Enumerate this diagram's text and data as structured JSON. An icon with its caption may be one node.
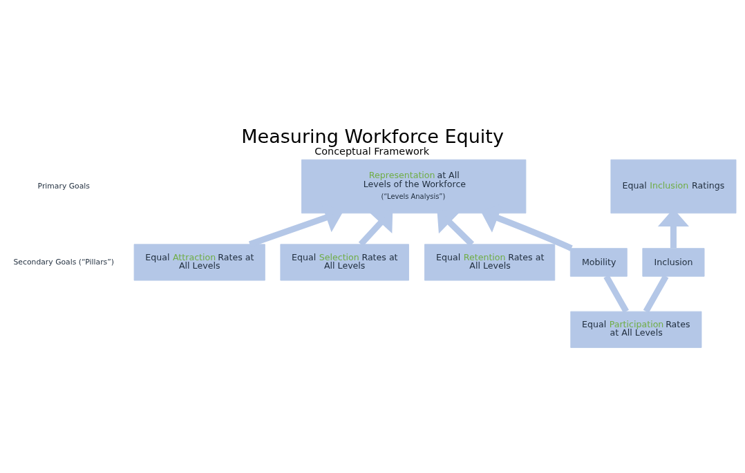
{
  "diagram": {
    "title": "Measuring Workforce Equity",
    "caption": "Conceptual Framework",
    "nodes": [
      {
        "text": [
          "Representation at All Levels of the Workforce",
          "(“Levels Analysis”)"
        ]
      },
      {
        "text": [
          "Equal Inclusion Ratings"
        ]
      },
      {
        "text": [
          "Equal Attraction Rates at All Levels"
        ]
      },
      {
        "text": [
          "Equal Selection Rates at All Levels"
        ]
      },
      {
        "text": [
          "Equal Retention Rates at All Levels"
        ]
      },
      {
        "text": [
          "Mobility"
        ]
      },
      {
        "text": [
          "Equal Participation Rates at All Levels"
        ]
      },
      {
        "text": [
          "Inclusion"
        ]
      }
    ],
    "edges": [
      {
        "from": 2,
        "to": 0,
        "arrow": "to"
      },
      {
        "from": 3,
        "to": 0,
        "arrow": "to"
      },
      {
        "from": 4,
        "to": 0,
        "arrow": "to"
      },
      {
        "from": 5,
        "to": 0,
        "arrow": "to"
      },
      {
        "from": 6,
        "to": 5,
        "arrow": "none"
      },
      {
        "from": 6,
        "to": 7,
        "arrow": "none"
      },
      {
        "from": 7,
        "to": 1,
        "arrow": "to"
      }
    ],
    "labels": [
      "Primary Goals",
      "Secondary Goals (“Pillars”)"
    ]
  }
}
